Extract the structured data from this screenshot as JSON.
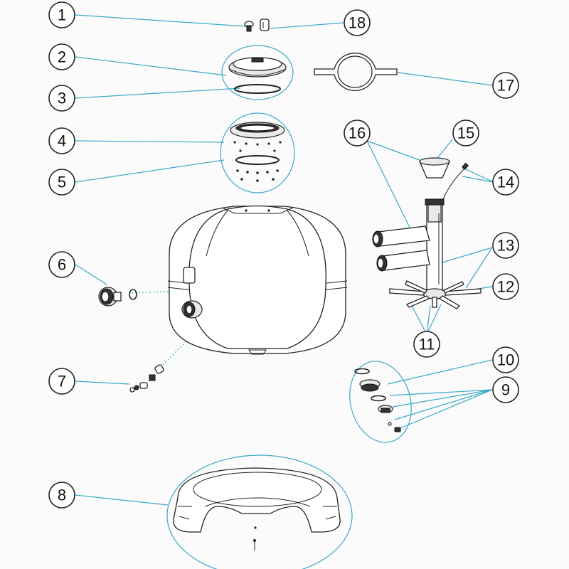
{
  "diagram": {
    "callouts": [
      {
        "id": "1",
        "label": "1"
      },
      {
        "id": "2",
        "label": "2"
      },
      {
        "id": "3",
        "label": "3"
      },
      {
        "id": "4",
        "label": "4"
      },
      {
        "id": "5",
        "label": "5"
      },
      {
        "id": "6",
        "label": "6"
      },
      {
        "id": "7",
        "label": "7"
      },
      {
        "id": "8",
        "label": "8"
      },
      {
        "id": "9",
        "label": "9"
      },
      {
        "id": "10",
        "label": "10"
      },
      {
        "id": "11",
        "label": "11"
      },
      {
        "id": "12",
        "label": "12"
      },
      {
        "id": "13",
        "label": "13"
      },
      {
        "id": "14",
        "label": "14"
      },
      {
        "id": "15",
        "label": "15"
      },
      {
        "id": "16",
        "label": "16"
      },
      {
        "id": "17",
        "label": "17"
      },
      {
        "id": "18",
        "label": "18"
      }
    ],
    "colors": {
      "leader": "#3aa8c8",
      "outline": "#222222",
      "background": "#fbfbfb"
    }
  }
}
